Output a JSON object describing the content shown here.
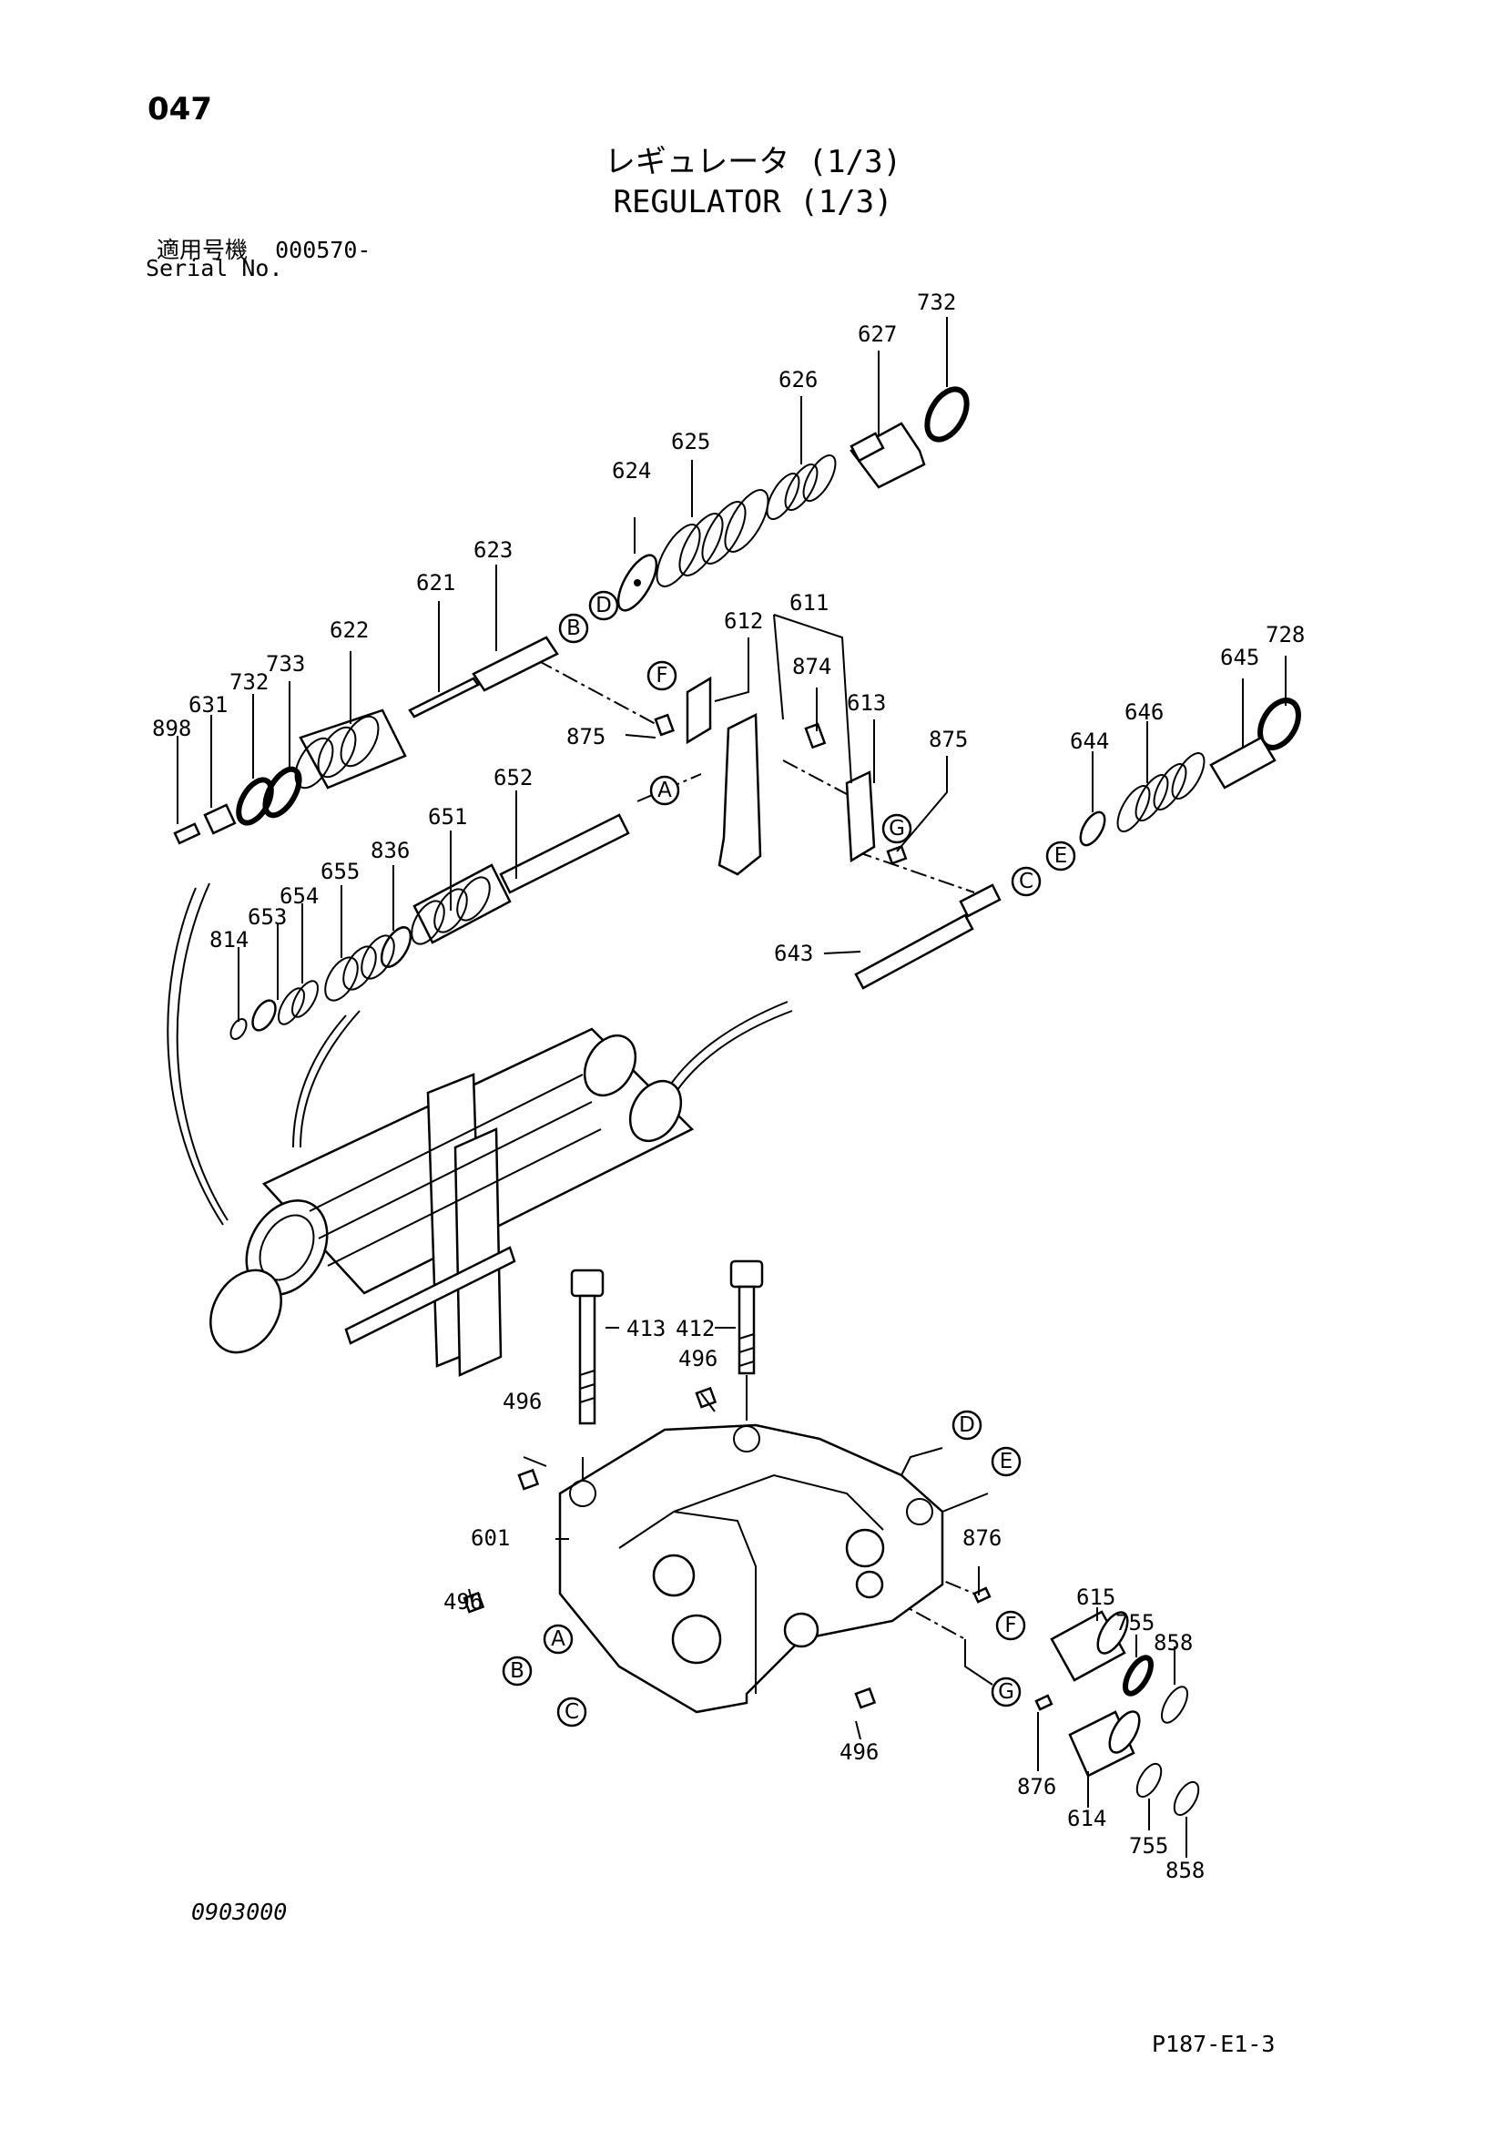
{
  "page": {
    "number": "047",
    "title_jp": "レギュレータ (1/3)",
    "title_en": "REGULATOR (1/3)",
    "serial_label_jp": "適用号機",
    "serial_value": "000570-",
    "serial_label_en": "Serial No.",
    "figure_code": "0903000",
    "page_code": "P187-E1-3"
  },
  "part_labels": [
    "732",
    "627",
    "626",
    "625",
    "624",
    "623",
    "621",
    "622",
    "733",
    "732",
    "631",
    "898",
    "611",
    "612",
    "874",
    "613",
    "875",
    "875",
    "728",
    "645",
    "646",
    "644",
    "652",
    "651",
    "836",
    "655",
    "654",
    "653",
    "814",
    "643",
    "413",
    "412",
    "496",
    "496",
    "601",
    "496",
    "496",
    "876",
    "615",
    "755",
    "858",
    "876",
    "614",
    "755",
    "858"
  ],
  "callout_letters": [
    "B",
    "D",
    "F",
    "A",
    "G",
    "C",
    "E",
    "D",
    "E",
    "A",
    "B",
    "C",
    "F",
    "G"
  ]
}
